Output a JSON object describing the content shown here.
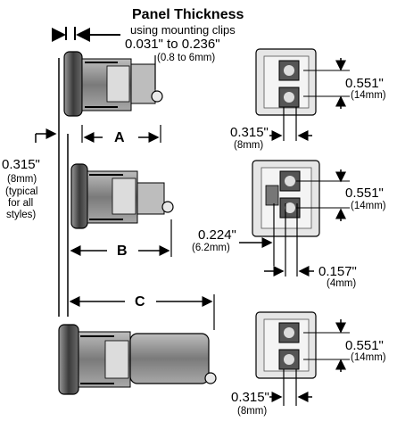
{
  "header": {
    "title": "Panel Thickness",
    "subtitle": "using mounting clips",
    "range_in": "0.031\" to 0.236\"",
    "range_mm": "(0.8 to 6mm)"
  },
  "left_note": {
    "value_in": "0.315\"",
    "value_mm": "(8mm)",
    "note_line1": "(typical",
    "note_line2": "for all",
    "note_line3": "styles)"
  },
  "side_views": {
    "a_label": "A",
    "b_label": "B",
    "c_label": "C"
  },
  "front_views": {
    "top": {
      "height_in": "0.551\"",
      "height_mm": "(14mm)",
      "width_in": "0.315\"",
      "width_mm": "(8mm)"
    },
    "middle": {
      "height_in": "0.551\"",
      "height_mm": "(14mm)",
      "offset_in": "0.224\"",
      "offset_mm": "(6.2mm)",
      "spacing_in": "0.157\"",
      "spacing_mm": "(4mm)"
    },
    "bottom": {
      "height_in": "0.551\"",
      "height_mm": "(14mm)",
      "width_in": "0.315\"",
      "width_mm": "(8mm)"
    }
  },
  "colors": {
    "ink": "#000000",
    "body_gray": "#8a8a8a",
    "bezel_dark": "#3a3a3a",
    "panel_light": "#d8d8d8"
  }
}
